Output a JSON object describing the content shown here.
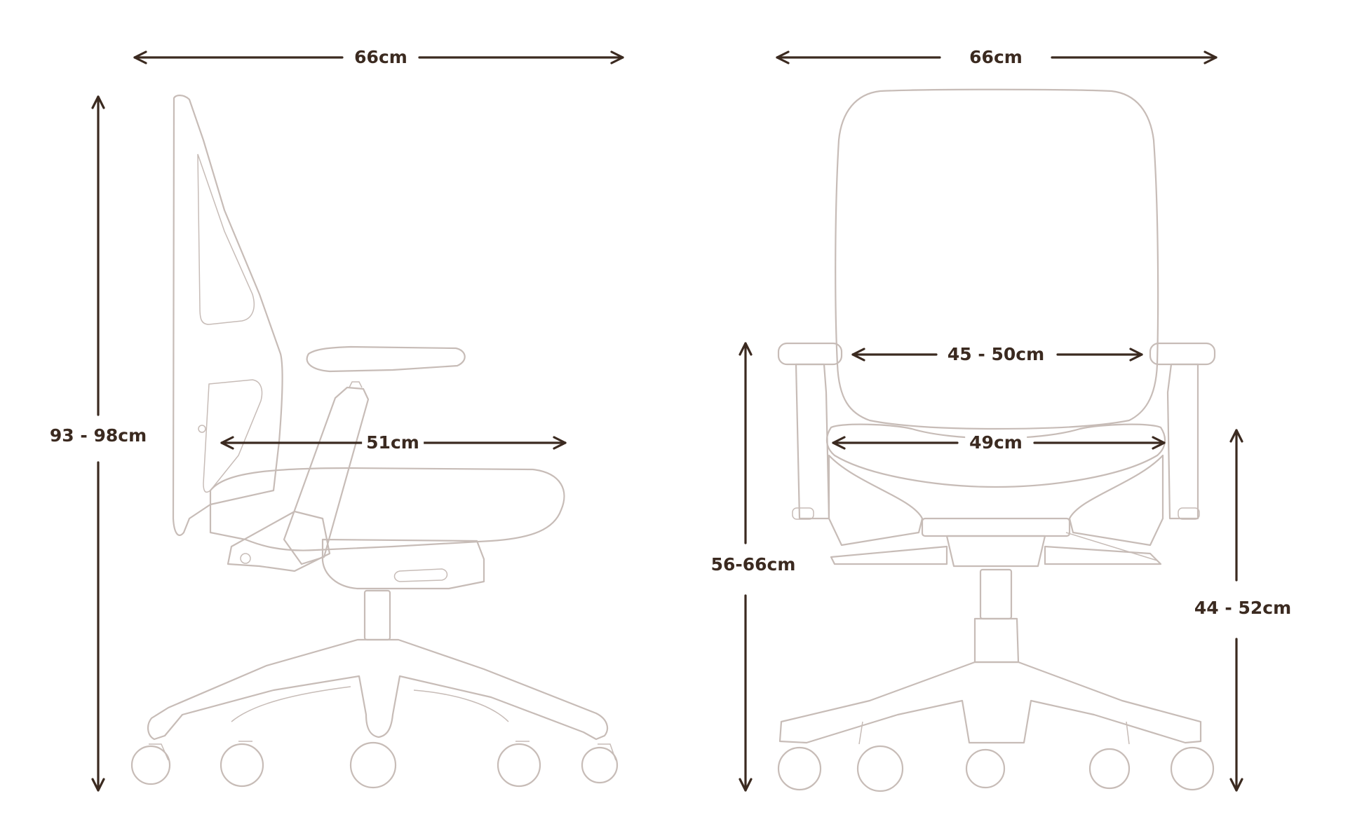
{
  "side_view": {
    "overall_width": "66cm",
    "overall_height": "93 - 98cm",
    "seat_depth": "51cm"
  },
  "front_view": {
    "overall_width": "66cm",
    "armrest_span": "45 - 50cm",
    "seat_width": "49cm",
    "armrest_height": "56-66cm",
    "seat_height": "44 - 52cm"
  },
  "colors": {
    "dimension": "#3b2a20",
    "outline": "#c7bcb7",
    "background": "#ffffff"
  }
}
